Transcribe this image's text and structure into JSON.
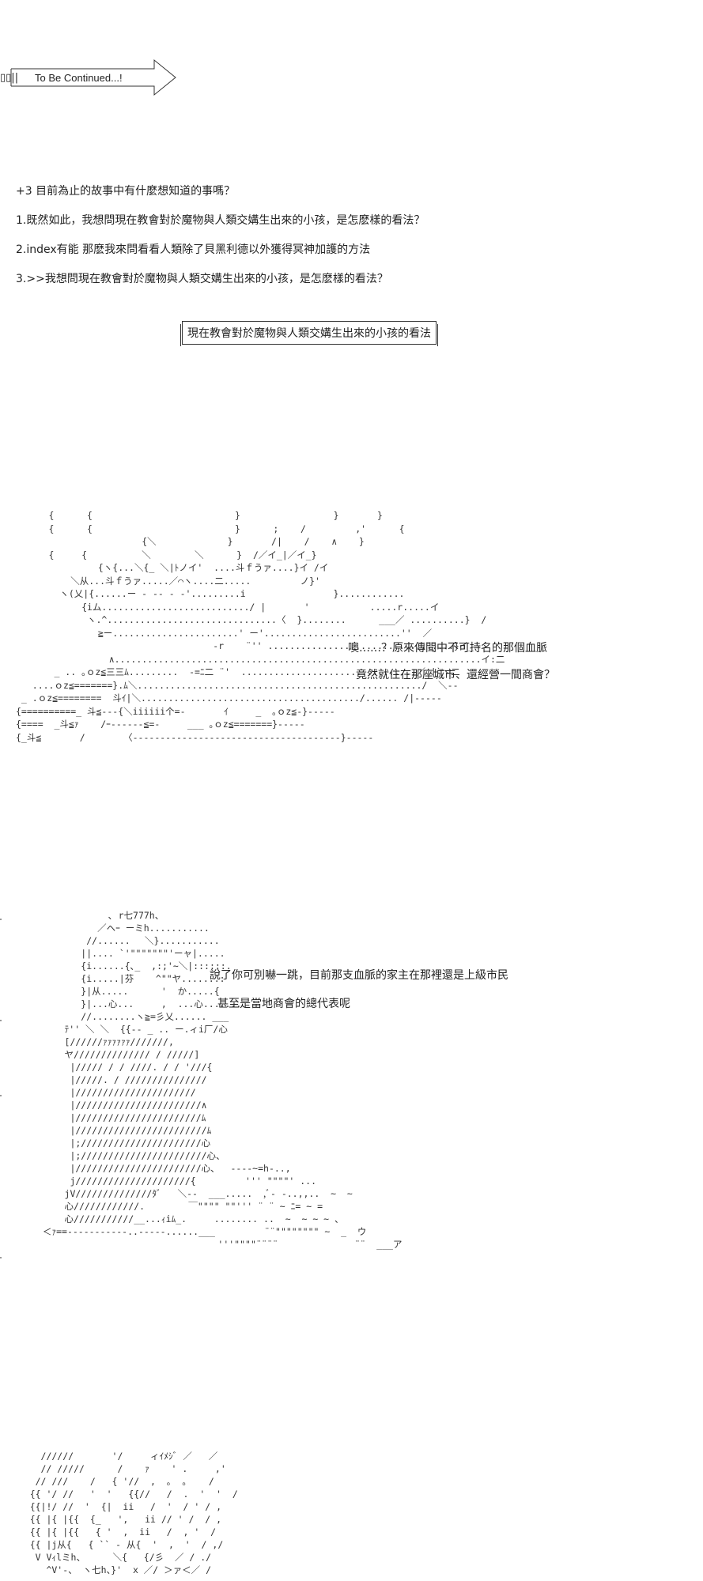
{
  "banner": {
    "marks": "▯▯||",
    "text": "To Be Continued...!"
  },
  "questions": [
    "+3 目前為止的故事中有什麼想知道的事嗎？",
    "1.既然如此，我想問現在教會對於魔物與人類交媾生出來的小孩，是怎麽樣的看法？",
    "2.index有能 那麽我來問看看人類除了貝黑利德以外獲得冥神加護的方法",
    "3.>>我想問現在教會對於魔物與人類交媾生出來的小孩，是怎麽樣的看法？"
  ],
  "selected_topic": "現在教會對於魔物與人類交媾生出來的小孩的看法",
  "scene1": {
    "art": "      {      {                          }                 }       }\n      {      {                          }      ;    /         ,'      {\n                       {＼             }       /|    /    ∧    }\n      {     {          ＼        ＼      }  /／イ_|／イ_}\n               {ヽ{...＼{_ ＼|ﾄノイ'  ....斗ｆうァ....}イ /イ\n          ＼从...斗ｆうァ.....／⌒ヽ....二.....         ノ}' \n        ヽ(乂|{......ー - -- - ‐'.........i                }............\n            {iム.........................../ |       '           .....r.....イ\n             ヽ.^...............................〈  }........      ___／ ..........}  /\n               ≧ー.......................' ー'.........................''  ／\n                                    -r    ¨'' ..................................}イ_\n                 ∧...................................................................イ:二\n       _ .. ｡ｏz≦三三ﾑ.........  -=ﾆ二 ¨'  ................................／ |`ヽ二\n   ....ｏz≦=======}.ﾑ＼..................................................../  ＼--\n _ .ｏz≦========  斗ｲ|＼......................................../...... /|-----\n{==========_ 斗≦---{＼iiiiii个=-       ｲ     _  ｡ｏz≦-}-----\n{====  _斗≦ｧ    /ｰ------≦=-     ___ ｡ｏz≦=======}-----\n{_斗≦       /       〈--------------------------------------}-----",
    "lines": [
      "噢……？原來傳聞中不可持名的那個血脈",
      "竟然就住在那座城市、還經營一間商會？"
    ]
  },
  "scene2": {
    "art": "              ､ r七777h、\n            ／ヘｰ ーミh...........\n          //......　 ＼}...........\n         ||.... `'\"\"\"\"\"\"\"'ーャ|.....\n         {i......{､_  ,:;'~＼|::::::.\n         {i.....|芬    ^\"\"ヤ.......:\n         }|从.....      '  か.....{\n         }|...心...     ,  ...心.......\n         //........ヽ≧=彡乂...... ___\n      ﾃ'' ＼ ＼  {{-- _ .. ー.ィi厂/心\n      [//////ｧｧｧｧｧｧ///////,\n      ヤ////////////// / /////]\n       |///// / / ////. / / '///{\n       |/////. / ///////////////\n       |//////////////////////\n       |///////////////////////∧\n       |///////////////////////ﾑ\n       |////////////////////////ﾑ\n       |;//////////////////////心\n       |;///////////////////////心、\n       |///////////////////////心、  ----~=h‐..,\n       j/////////////////////{         ''' \"\"\"\"' ...\n      jV//////////////ﾀﾞ   ＼--  ___.....  ,ﾞ- -..,,..  ~  ~\n      心////////////.        ￣\"\"\"\" \"\"''' ¨ ¨ ~ ﾆ= ~ =\n      心///////////__...ｨiﾑ_.     ........ ..  ~  ~ ~ ~ 、\n  ＜ｧ==-----------..-----......___         ¨¨\"\"\"\"\"\"\"\" ~  _  ウ\n                                  '''\"\"\"\"¨¨¨¨              ¨¨  ___ア",
    "lines": [
      "說了你可別嚇一跳，目前那支血脈的家主在那裡還是上級市民",
      "甚至是當地商會的總代表呢"
    ]
  },
  "scene3": {
    "art": "      //////       '/     ィｲﾒｼﾞ ／   ／\n      // /////      /    ｧ    ' .     ,'\n     // ///    /   { '//  ,  ｡  ｡    /\n    {{ '/ //   '  '   {{//   /  .  '  '  /\n    {{|!/ //  '  {|  ii   /  '  / ' / ,\n    {{ |{ |{{  {_   ',   ii // ' /  / ,\n    {{ |{ |{{   { '  ,  ii   /  , '  /\n    {{ |j从{   { `` ‐ 从{  '  ,  '  / ,/\n     V Vｨlミh、     ＼{   {/彡  ／ / ./\n       ^V'‐、 ヽ七h、}'  x ／/ ＞ァ＜／ /"
  }
}
